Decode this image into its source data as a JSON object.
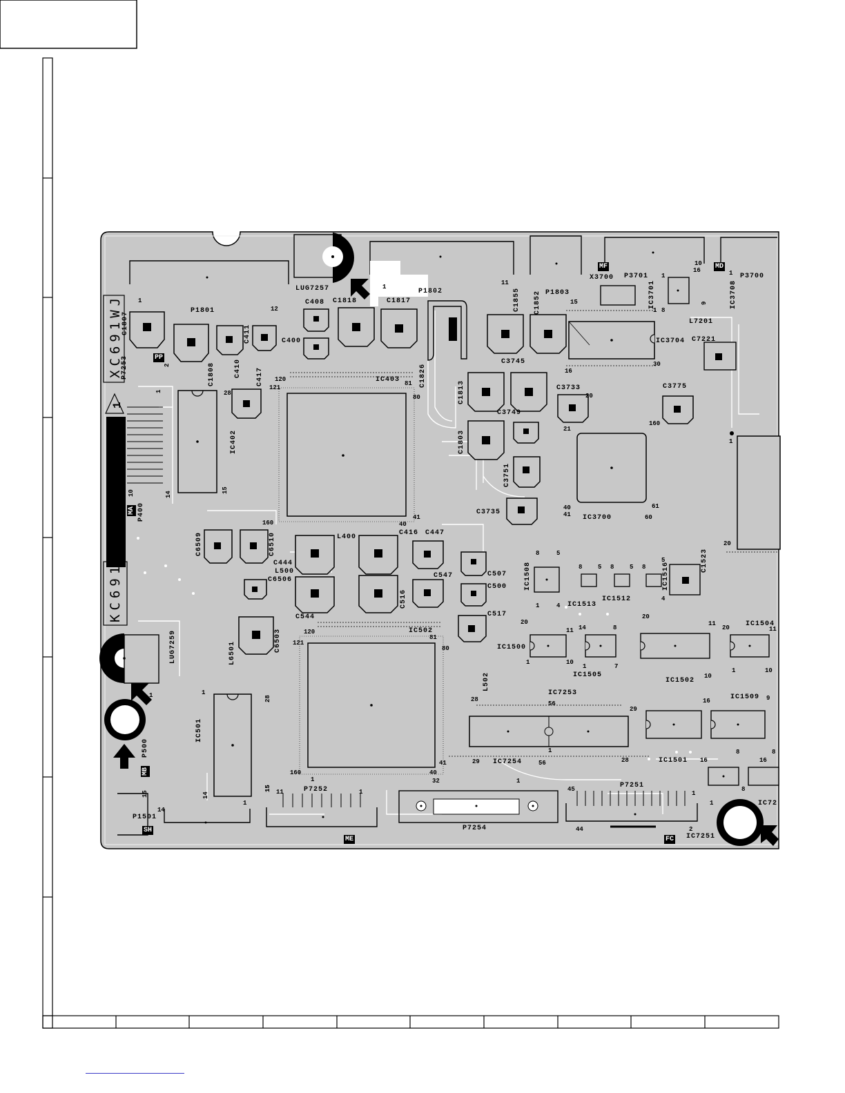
{
  "board": {
    "marking_top": "XC691WJ",
    "marking_bottom": "KC691",
    "rev": "1",
    "colors": {
      "board": "#c8c8c8",
      "trace": "#ffffff",
      "ink": "#000000"
    }
  },
  "tags": [
    "MF",
    "MD",
    "PP",
    "MA",
    "MB",
    "SH",
    "ME",
    "FC"
  ],
  "components": {
    "lug7257": "LUG7257",
    "p1801": "P1801",
    "c408": "C408",
    "c1818": "C1818",
    "c1817": "C1817",
    "p1802": "P1802",
    "c1855": "C1855",
    "c1852": "C1852",
    "p1803": "P1803",
    "x3700": "X3700",
    "p3701": "P3701",
    "ic3701": "IC3701",
    "p3700": "P3700",
    "ic3708": "IC3708",
    "l7201": "L7201",
    "c1807": "C1807",
    "c400": "C400",
    "c411": "C411",
    "c410": "C410",
    "c1808": "C1808",
    "c417": "C417",
    "ic403": "IC403",
    "c1826": "C1826",
    "ic3704": "IC3704",
    "c7221": "C7221",
    "c3745": "C3745",
    "c1813": "C1813",
    "c3733": "C3733",
    "c3775": "C3775",
    "p7253": "P7253",
    "ic402": "IC402",
    "c3749": "C3749",
    "c1803": "C1803",
    "c3751": "C3751",
    "c3735": "C3735",
    "ic3700": "IC3700",
    "p400": "P400",
    "c6509": "C6509",
    "c6510": "C6510",
    "l400": "L400",
    "c416": "C416",
    "c447": "C447",
    "c444": "C444",
    "l500": "L500",
    "c6506": "C6506",
    "c547": "C547",
    "c507": "C507",
    "c500": "C500",
    "c516": "C516",
    "c544": "C544",
    "c517": "C517",
    "ic1508": "IC1508",
    "ic1513": "IC1513",
    "ic1512": "IC1512",
    "ic1516": "IC1516",
    "c1523": "C1523",
    "lug7259": "LUG7259",
    "l6501": "L6501",
    "c6503": "C6503",
    "ic502": "IC502",
    "ic1500": "IC1500",
    "ic1504": "IC1504",
    "ic1505": "IC1505",
    "ic1502": "IC1502",
    "l502": "L502",
    "ic7253": "IC7253",
    "ic1509": "IC1509",
    "ic501": "IC501",
    "p500": "P500",
    "ic7254": "IC7254",
    "ic1501": "IC1501",
    "p7252": "P7252",
    "p7251": "P7251",
    "ic72": "IC72",
    "p1501": "P1501",
    "p7254": "P7254",
    "ic7251": "IC7251"
  },
  "pins": {
    "p1801_1": "1",
    "p1801_12": "12",
    "c1818_1": "1",
    "p1802_11": "11",
    "p1803_15": "15",
    "p1803_16": "16",
    "p3701_1": "1",
    "p3701_8": "8",
    "ic3701_9": "9",
    "ic3701_10": "10",
    "p3700_1": "1",
    "p3700_16": "16",
    "ic3704_1": "1",
    "ic3704_30": "30",
    "p7253_1": "1",
    "p7253_2": "2",
    "ic402_28": "28",
    "ic402_15": "15",
    "ic402_14": "14",
    "ic403_120": "120",
    "ic403_121": "121",
    "ic403_81": "81",
    "ic403_80": "80",
    "ic403_160": "160",
    "ic403_40": "40",
    "ic403_41": "41",
    "p400_10": "10",
    "ic3700_20": "20",
    "ic3700_21": "21",
    "ic3700_160": "160",
    "ic3700_40": "40",
    "ic3700_41": "41",
    "ic3700_60": "60",
    "ic3700_61": "61",
    "ic1_1": "1",
    "ic1_20": "20",
    "ic1508_8": "8",
    "ic1508_5": "5",
    "ic1508_1": "1",
    "ic1508_4": "4",
    "ic1513_8": "8",
    "ic1513_5": "5",
    "ic1512_8": "8",
    "ic1512_5": "5",
    "ic1516_8": "8",
    "ic1516_5": "5",
    "ic1516_4": "4",
    "ic502_120": "120",
    "ic502_121": "121",
    "ic502_81": "81",
    "ic502_80": "80",
    "ic502_160": "160",
    "ic502_40": "40",
    "ic502_41": "41",
    "ic502_1": "1",
    "ic1500_20": "20",
    "ic1500_11": "11",
    "ic1500_1": "1",
    "ic1500_10": "10",
    "ic1505_14": "14",
    "ic1505_8": "8",
    "ic1505_7": "7",
    "ic1505_1": "1",
    "ic1502_20": "20",
    "ic1502_11": "11",
    "ic1502_10": "10",
    "ic1504_20": "20",
    "ic1504_11": "11",
    "ic1504_1": "1",
    "ic1504_10": "10",
    "ic7253_28": "28",
    "ic7253_56": "56",
    "ic7253_29": "29",
    "ic7253_1": "1",
    "ic1509_16": "16",
    "ic1509_9": "9",
    "ic1509_8": "8",
    "ic7254_29": "29",
    "ic7254_56": "56",
    "ic7254_28": "28",
    "ic501_1": "1",
    "ic501_28": "28",
    "ic501_15": "15",
    "ic501_14": "14",
    "p500_1": "1",
    "p1501_15": "15",
    "p1501_14": "14",
    "p1501_1": "1",
    "p7252_15": "15",
    "p7252_11": "11",
    "p7252_1": "1",
    "p7254_1": "1",
    "p7254_32": "32",
    "p7251_45": "45",
    "p7251_44": "44",
    "p7251_1": "1",
    "p7251_2": "2",
    "ic1501_16": "16",
    "ic1501_1": "1",
    "ic1501_8": "8",
    "ic72_8": "8",
    "ic72_16": "16"
  }
}
